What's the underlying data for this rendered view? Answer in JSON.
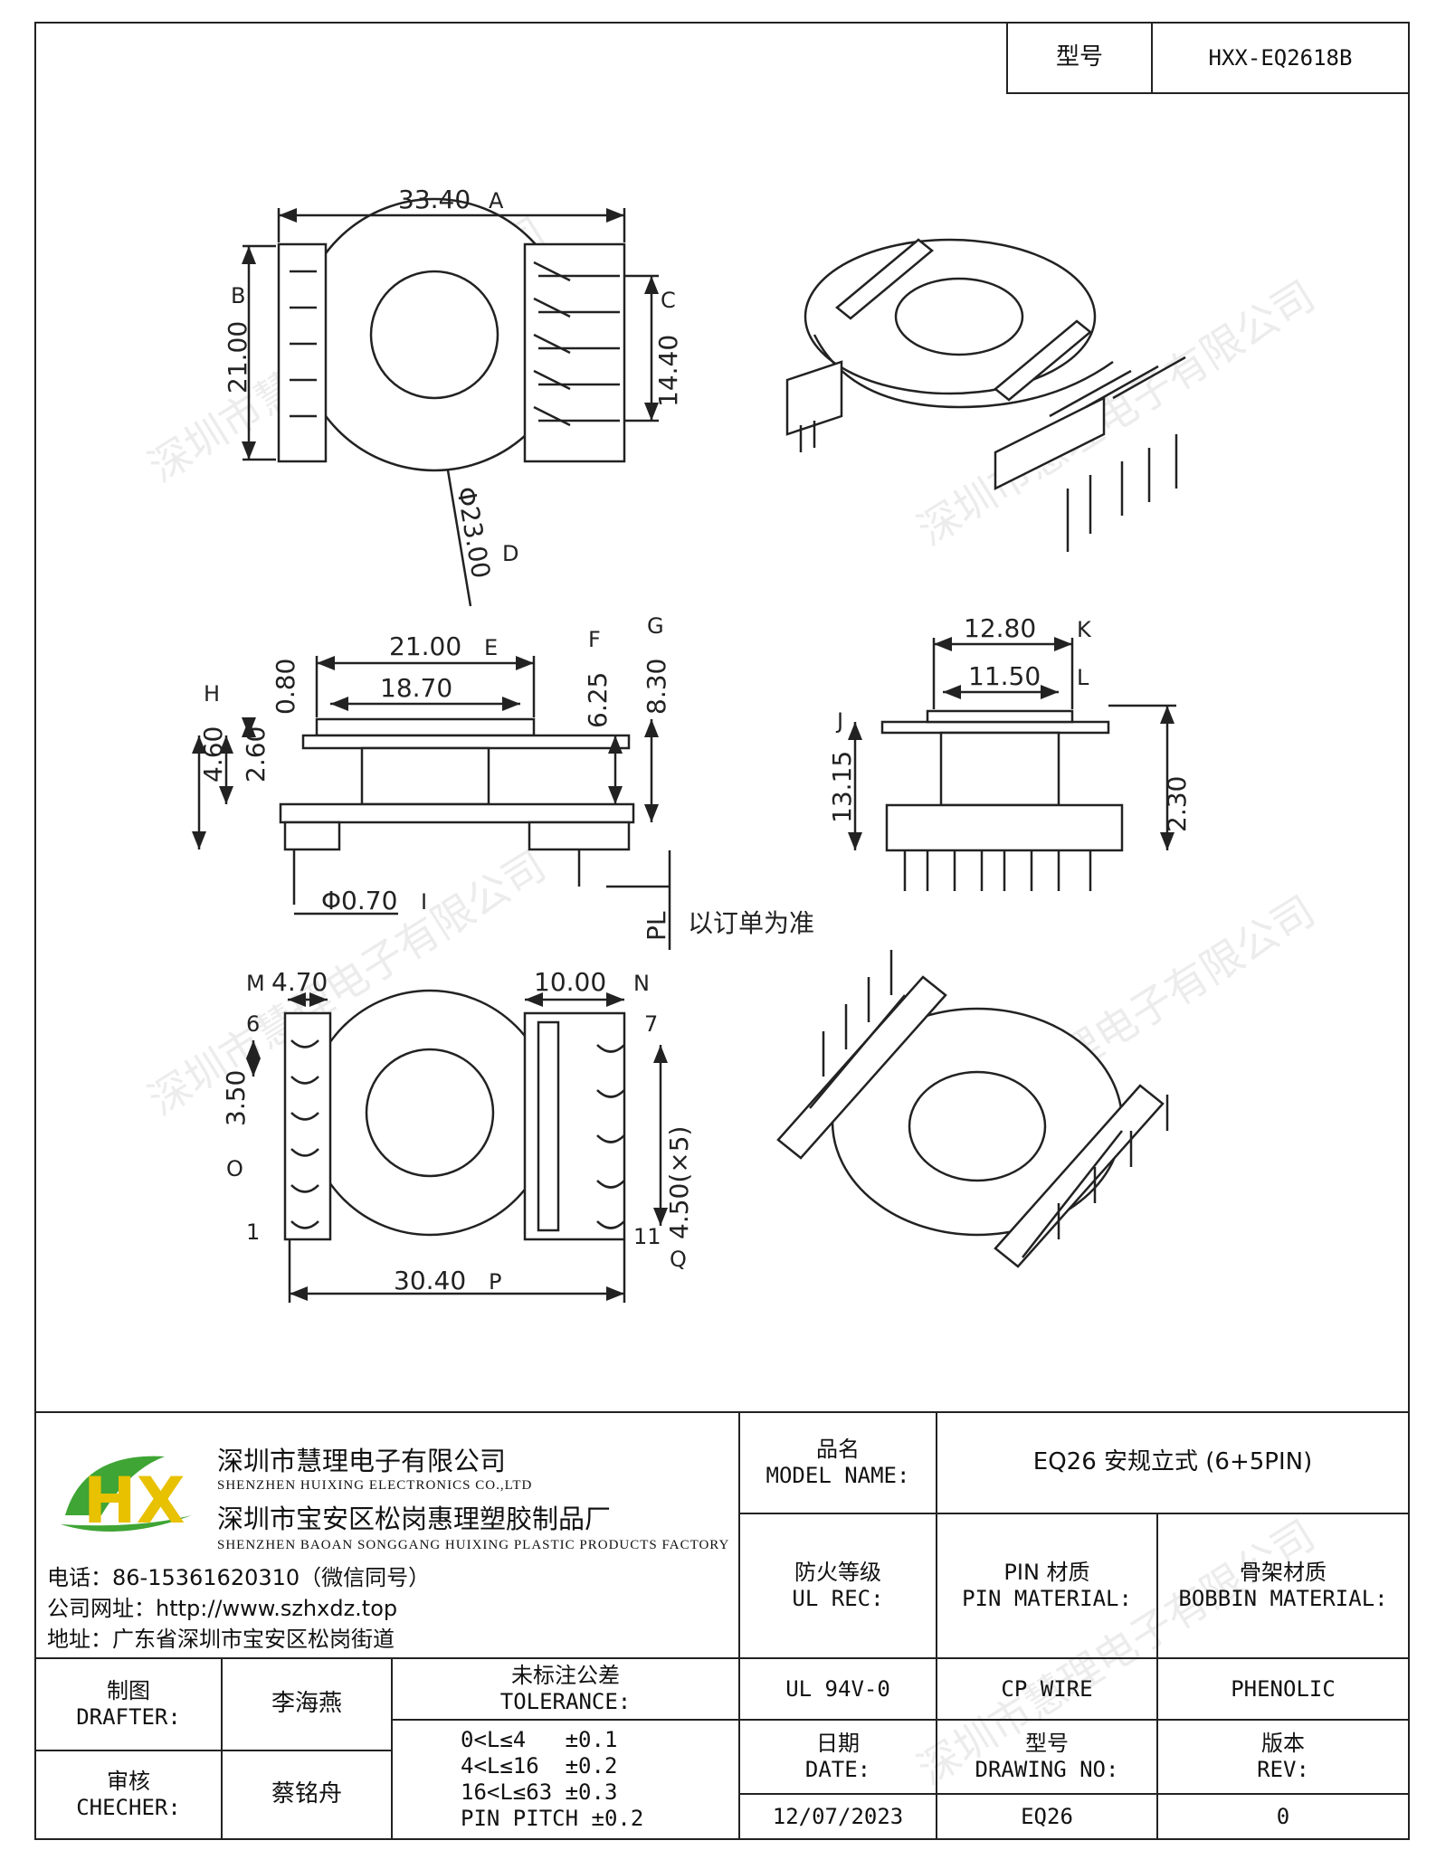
{
  "header": {
    "model_label": "型号",
    "model_value": "HXX-EQ2618B"
  },
  "drawing": {
    "top_view": {
      "width": "33.40",
      "width_ref": "A",
      "height": "21.00",
      "height_ref": "B",
      "pin_span": "14.40",
      "pin_span_ref": "C",
      "diameter": "Φ23.00",
      "diameter_ref": "D"
    },
    "side_view": {
      "top_width": "21.00",
      "top_width_ref": "E",
      "inner_width": "18.70",
      "flange": "0.80",
      "h_total": "4.60",
      "h_total_ref": "H",
      "h_flange": "2.60",
      "h_f": "6.25",
      "h_f_ref": "F",
      "h_g": "8.30",
      "h_g_ref": "G",
      "pin_dia": "Φ0.70",
      "pin_dia_ref": "I",
      "pl": "PL",
      "pl_note": "以订单为准"
    },
    "front_view": {
      "w_k": "12.80",
      "w_k_ref": "K",
      "w_l": "11.50",
      "w_l_ref": "L",
      "h_j": "13.15",
      "h_j_ref": "J",
      "h_small": "2.30"
    },
    "bottom_view": {
      "m": "4.70",
      "m_ref": "M",
      "n": "10.00",
      "n_ref": "N",
      "pitch_o": "3.50",
      "pitch_o_ref": "O",
      "pitch_q": "4.50(×5)",
      "pitch_q_ref": "Q",
      "width_p": "30.40",
      "width_p_ref": "P",
      "pin6": "6",
      "pin7": "7",
      "pin1": "1",
      "pin11": "11"
    }
  },
  "watermark": "深圳市慧理电子有限公司",
  "company": {
    "name_cn": "深圳市慧理电子有限公司",
    "name_en": "SHENZHEN HUIXING ELECTRONICS CO.,LTD",
    "factory_cn": "深圳市宝安区松岗惠理塑胶制品厂",
    "factory_en": "SHENZHEN BAOAN SONGGANG HUIXING PLASTIC PRODUCTS FACTORY",
    "phone": "电话：86-15361620310（微信同号）",
    "website": "公司网址：http://www.szhxdz.top",
    "address": "地址：广东省深圳市宝安区松岗街道",
    "logo_text": "HX"
  },
  "title_block": {
    "model_name_cn": "品名",
    "model_name_en": "MODEL NAME:",
    "model_name_value": "EQ26 安规立式 (6+5PIN)",
    "fire_cn": "防火等级",
    "fire_en": "UL REC:",
    "pin_cn": "PIN 材质",
    "pin_en": "PIN MATERIAL:",
    "bobbin_cn": "骨架材质",
    "bobbin_en": "BOBBIN MATERIAL:",
    "fire_value": "UL 94V-0",
    "pin_value": "CP WIRE",
    "bobbin_value": "PHENOLIC",
    "date_cn": "日期",
    "date_en": "DATE:",
    "drawing_no_cn": "型号",
    "drawing_no_en": "DRAWING NO:",
    "rev_cn": "版本",
    "rev_en": "REV:",
    "date_value": "12/07/2023",
    "drawing_no_value": "EQ26",
    "rev_value": "0",
    "drafter_cn": "制图",
    "drafter_en": "DRAFTER:",
    "drafter_value": "李海燕",
    "checker_cn": "审核",
    "checker_en": "CHECHER:",
    "checker_value": "蔡铭舟",
    "tol_cn": "未标注公差",
    "tol_en": "TOLERANCE:",
    "tolerances": [
      "0<L≤4   ±0.1",
      "4<L≤16  ±0.2",
      "16<L≤63 ±0.3",
      "PIN PITCH ±0.2"
    ]
  },
  "colors": {
    "logo_green": "#3fa535",
    "logo_yellow": "#e8c100",
    "line": "#222222"
  }
}
